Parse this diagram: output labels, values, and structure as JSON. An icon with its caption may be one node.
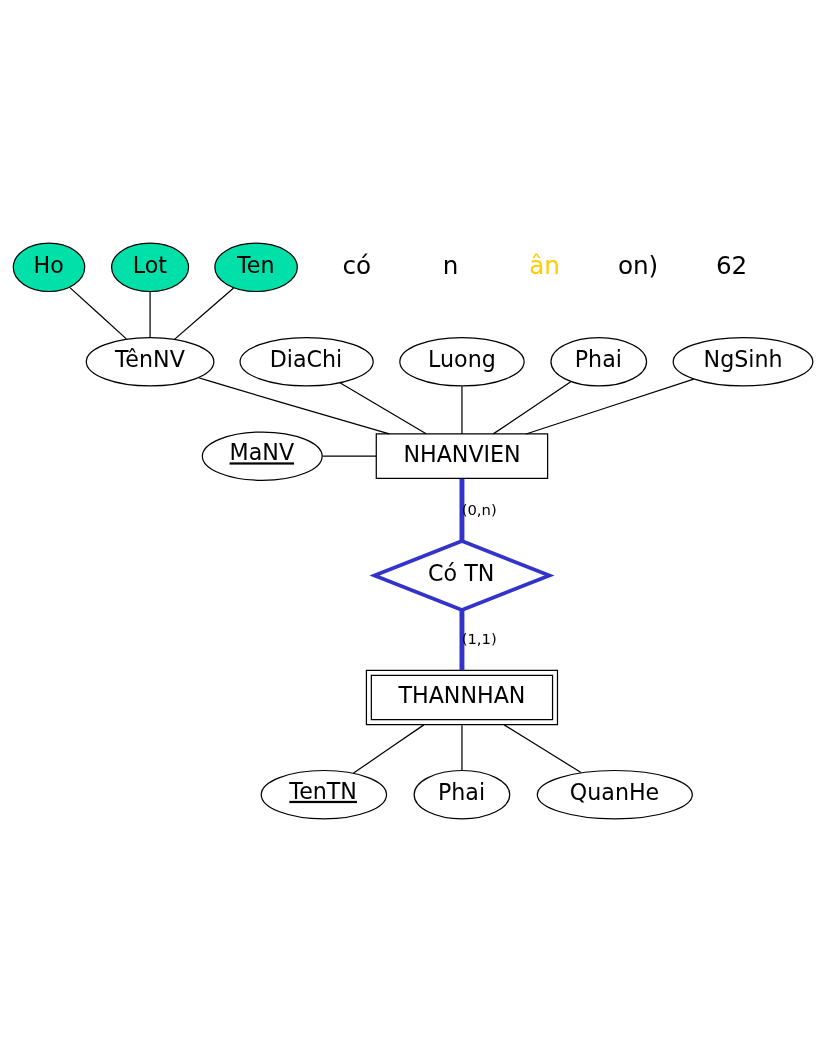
{
  "diagram": {
    "nodes": [
      {
        "text": [
          "NHANVIEN"
        ]
      },
      {
        "text": [
          "MaNV"
        ]
      },
      {
        "text": [
          "TênNV"
        ]
      },
      {
        "text": [
          "Ho"
        ]
      },
      {
        "text": [
          "Lot"
        ]
      },
      {
        "text": [
          "Ten"
        ]
      },
      {
        "text": [
          "DiaChi"
        ]
      },
      {
        "text": [
          "Luong"
        ]
      },
      {
        "text": [
          "Phai"
        ]
      },
      {
        "text": [
          "NgSinh"
        ]
      },
      {
        "text": [
          "Có TN"
        ]
      },
      {
        "text": [
          "THANNHAN"
        ]
      },
      {
        "text": [
          "TenTN"
        ]
      },
      {
        "text": [
          "Phai"
        ]
      },
      {
        "text": [
          "QuanHe"
        ]
      }
    ],
    "edges": [
      {
        "from": 1,
        "to": 0,
        "arrow": "none"
      },
      {
        "from": 2,
        "to": 0,
        "arrow": "none"
      },
      {
        "from": 3,
        "to": 2,
        "arrow": "none"
      },
      {
        "from": 4,
        "to": 2,
        "arrow": "none"
      },
      {
        "from": 5,
        "to": 2,
        "arrow": "none"
      },
      {
        "from": 6,
        "to": 0,
        "arrow": "none"
      },
      {
        "from": 7,
        "to": 0,
        "arrow": "none"
      },
      {
        "from": 8,
        "to": 0,
        "arrow": "none"
      },
      {
        "from": 9,
        "to": 0,
        "arrow": "none"
      },
      {
        "from": 0,
        "to": 10,
        "arrow": "none",
        "label": "(0,n)",
        "style": "thick",
        "color": "#3333cc"
      },
      {
        "from": 10,
        "to": 11,
        "arrow": "none",
        "label": "(1,1)",
        "style": "thick",
        "color": "#3333cc"
      },
      {
        "from": 11,
        "to": 12,
        "arrow": "none"
      },
      {
        "from": 11,
        "to": 13,
        "arrow": "none"
      },
      {
        "from": 11,
        "to": 14,
        "arrow": "none"
      }
    ],
    "labels": [
      "có",
      "n",
      "ân",
      "on)",
      "62"
    ]
  }
}
